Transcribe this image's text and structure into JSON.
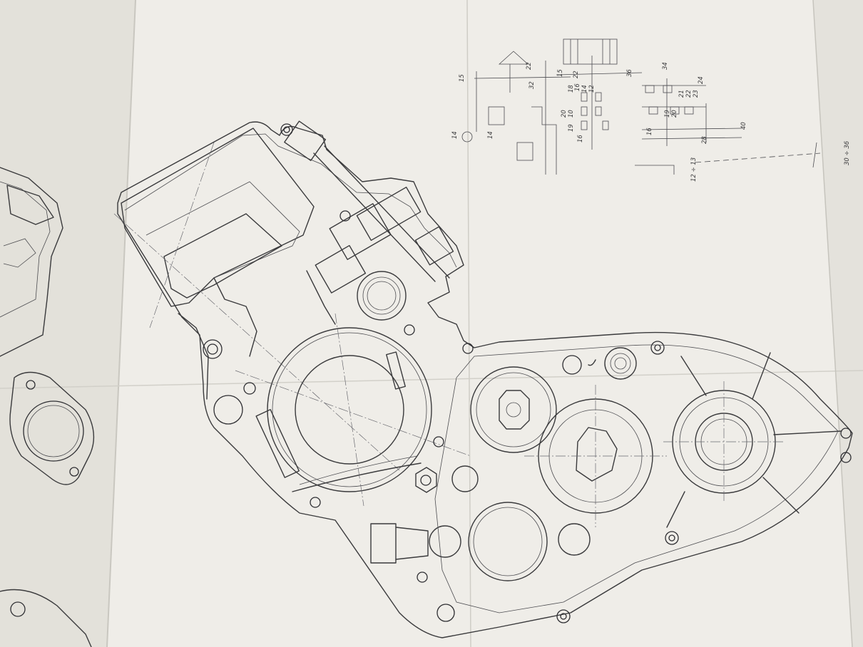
{
  "sheet": {
    "paper_color": "#efede8",
    "shadow_color": "#cfcdc6",
    "ink_color": "#3a3a3c"
  },
  "schematic": {
    "labels": [
      "15",
      "15",
      "32",
      "22",
      "22",
      "16",
      "18",
      "14",
      "12",
      "10",
      "20",
      "19",
      "16",
      "14",
      "14",
      "36",
      "34",
      "24",
      "23",
      "22",
      "21",
      "20",
      "19",
      "16",
      "28",
      "40",
      "12 ÷ 13",
      "30 ÷ 36"
    ]
  }
}
